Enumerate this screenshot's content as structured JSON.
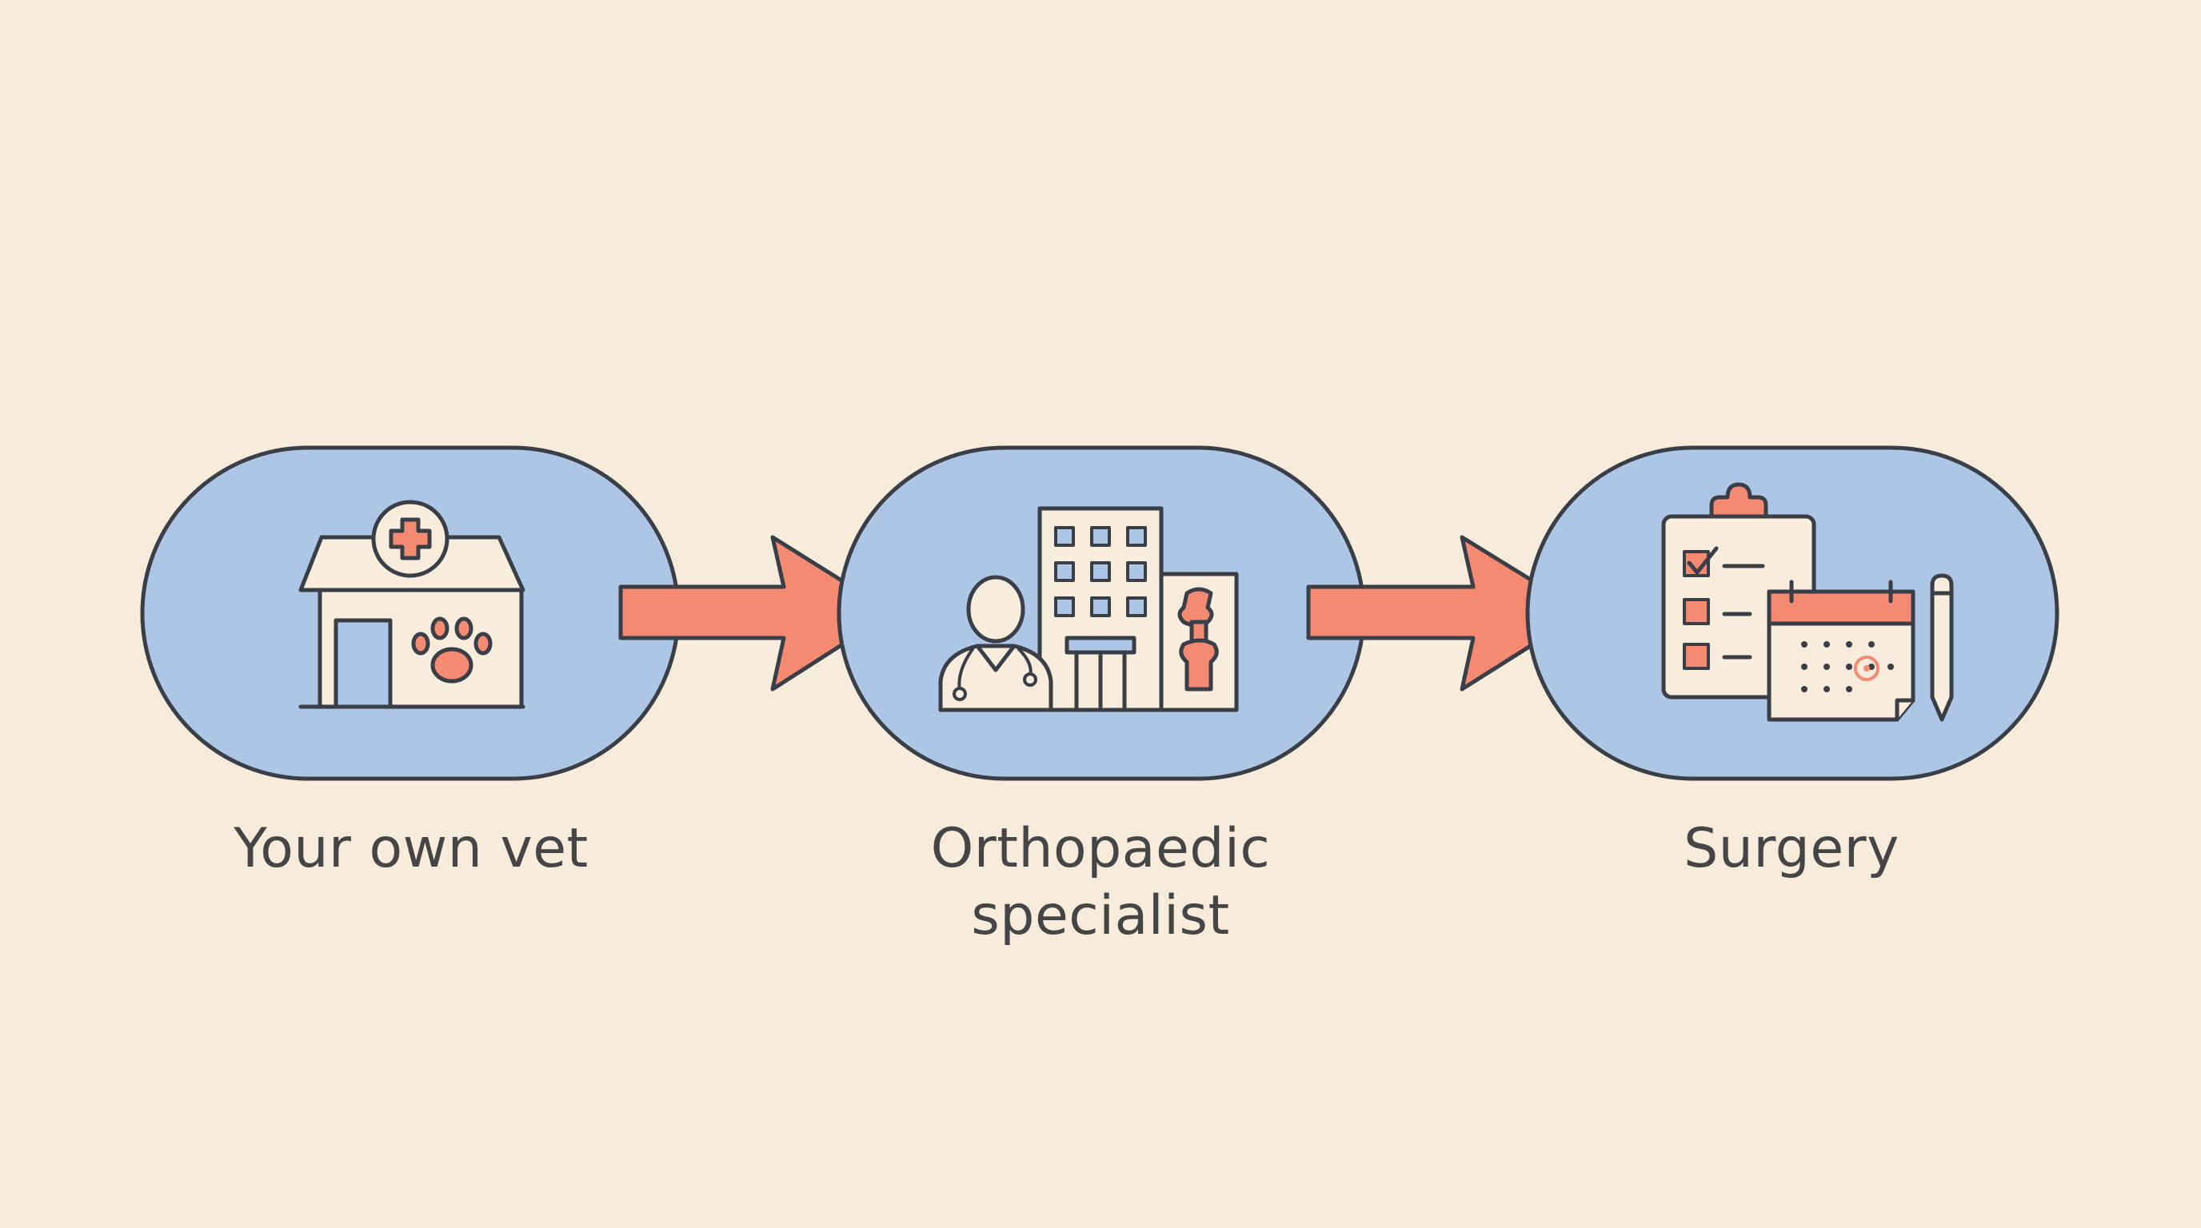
{
  "colors": {
    "background": "#f7ebdc",
    "node_fill": "#aec6e6",
    "outline": "#3a3f47",
    "accent": "#f58a72",
    "icon_paper": "#f8ecdc"
  },
  "steps": [
    {
      "label": "Your own vet",
      "icon": "vet-clinic-icon"
    },
    {
      "label_lines": [
        "Orthopaedic",
        "specialist"
      ],
      "icon": "specialist-hospital-icon"
    },
    {
      "label": "Surgery",
      "icon": "surgery-plan-icon"
    }
  ],
  "connectors": [
    "arrow-right",
    "arrow-right"
  ]
}
